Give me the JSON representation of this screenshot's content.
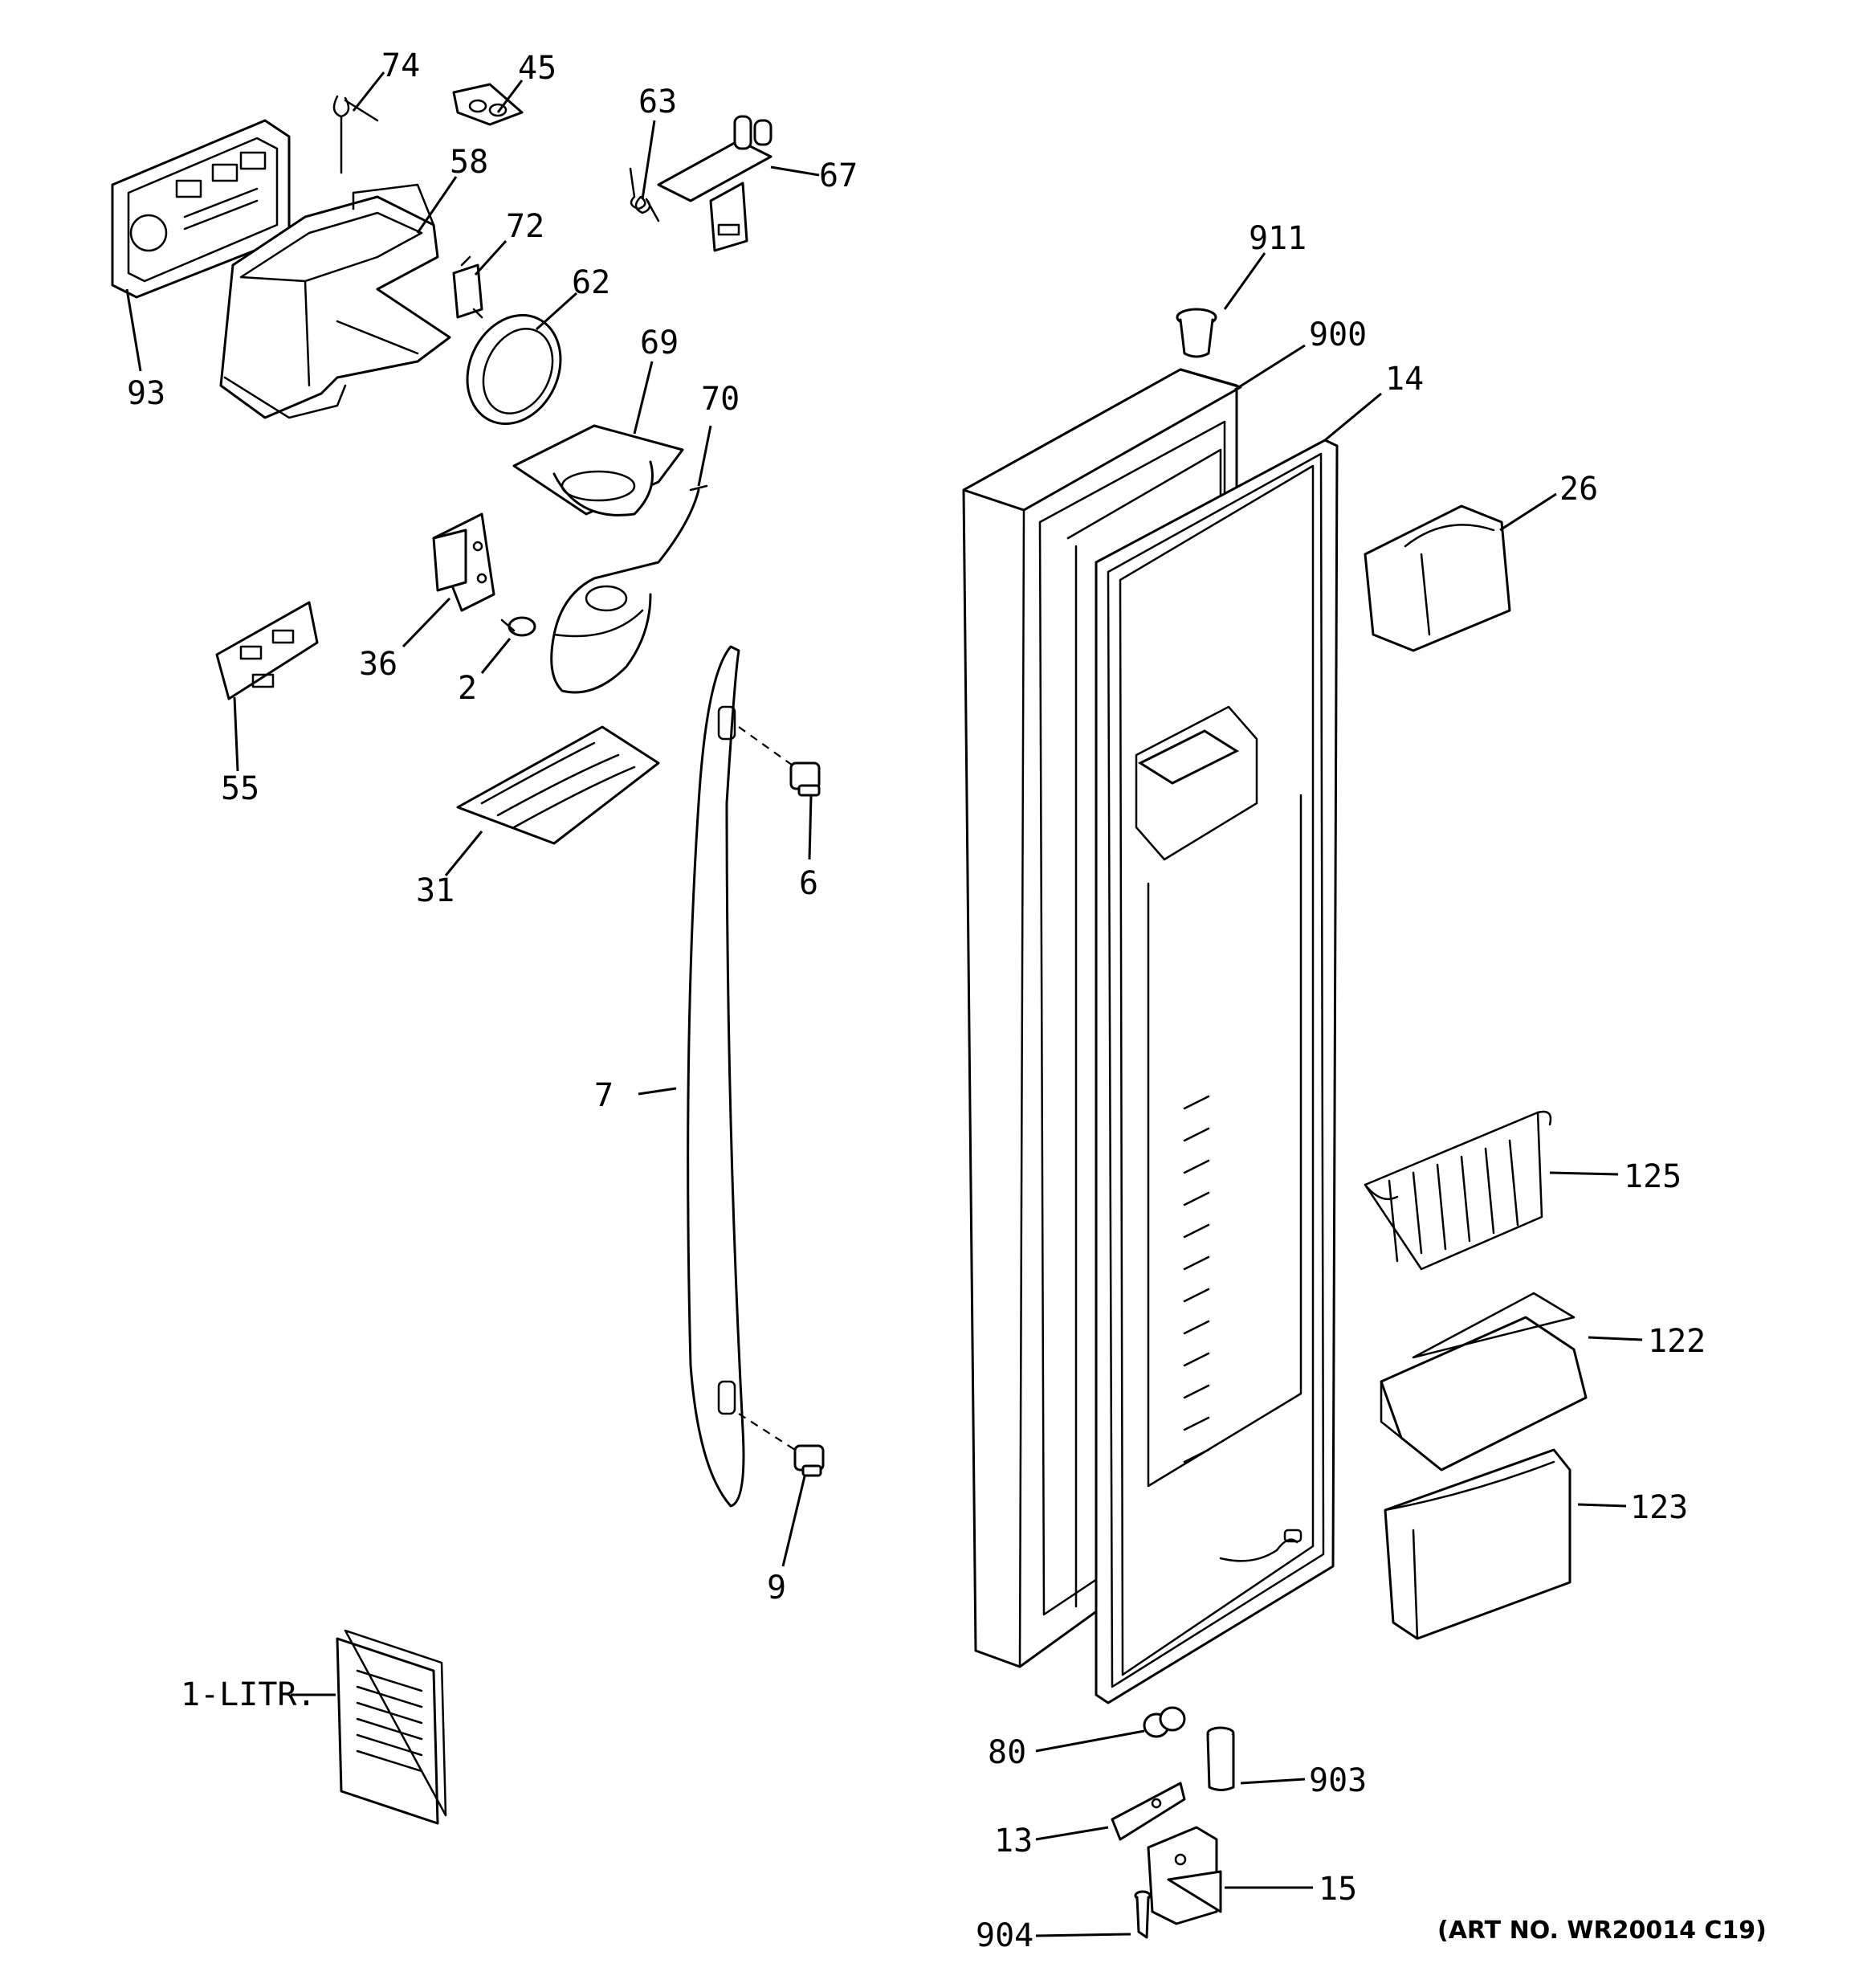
{
  "art_number": "(ART NO. WR20014 C19)",
  "callouts": {
    "c74": "74",
    "c45": "45",
    "c63": "63",
    "c67": "67",
    "c58": "58",
    "c72": "72",
    "c93": "93",
    "c62": "62",
    "c69": "69",
    "c70": "70",
    "c36": "36",
    "c2": "2",
    "c55": "55",
    "c31": "31",
    "c6": "6",
    "c7": "7",
    "c9": "9",
    "c1litr": "1-LITR.",
    "c911": "911",
    "c900": "900",
    "c14": "14",
    "c26": "26",
    "c125": "125",
    "c122": "122",
    "c123": "123",
    "c80": "80",
    "c903": "903",
    "c13": "13",
    "c15": "15",
    "c904": "904"
  },
  "colors": {
    "line": "#000000",
    "background": "#ffffff"
  }
}
